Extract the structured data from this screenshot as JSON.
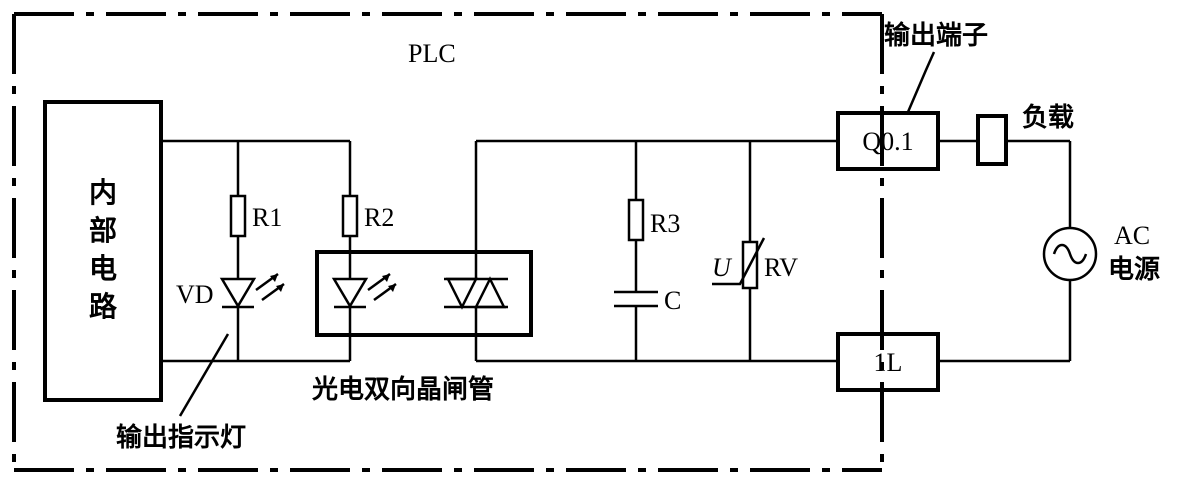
{
  "plc_label": "PLC",
  "internal_circuit": [
    "内",
    "部",
    "电",
    "路"
  ],
  "r1_label": "R1",
  "r2_label": "R2",
  "r3_label": "R3",
  "vd_label": "VD",
  "c_label": "C",
  "u_label": "U",
  "rv_label": "RV",
  "q01_label": "Q0.1",
  "l1_label": "1L",
  "output_terminal_label": "输出端子",
  "load_label": "负载",
  "ac_label_1": "AC",
  "ac_label_2": "电源",
  "optotriac_label": "光电双向晶闸管",
  "indicator_label": "输出指示灯"
}
